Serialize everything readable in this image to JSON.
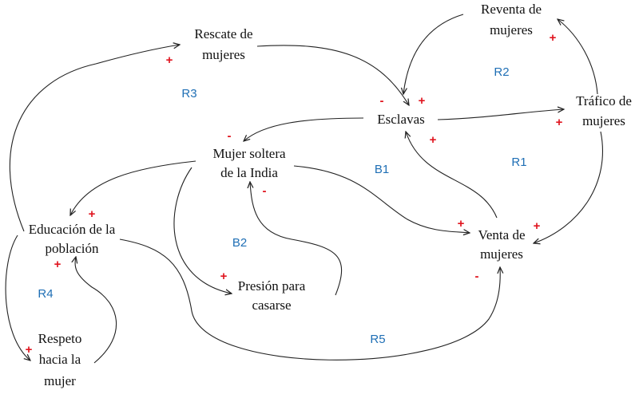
{
  "colors": {
    "arc": "#222222",
    "text": "#111111",
    "sign": "#e0141e",
    "loop": "#1f6fb5"
  },
  "nodes": {
    "reventa": [
      "Reventa de",
      "mujeres"
    ],
    "rescate": [
      "Rescate de",
      "mujeres"
    ],
    "esclavas": [
      "Esclavas"
    ],
    "trafico": [
      "Tráfico de",
      "mujeres"
    ],
    "soltera": [
      "Mujer soltera",
      "de la India"
    ],
    "educacion": [
      "Educación de la",
      "población"
    ],
    "venta": [
      "Venta de",
      "mujeres"
    ],
    "presion": [
      "Presión para",
      "casarse"
    ],
    "respeto": [
      "Respeto",
      "hacia la",
      "mujer"
    ]
  },
  "loops": {
    "r1": "R1",
    "r2": "R2",
    "r3": "R3",
    "r4": "R4",
    "r5": "R5",
    "b1": "B1",
    "b2": "B2"
  },
  "signs": {
    "rescate_in": "+",
    "reventa_in": "+",
    "esclavas_from_rescate": "-",
    "esclavas_from_reventa": "+",
    "trafico_in": "+",
    "esclavas_from_venta": "+",
    "soltera_from_esclavas": "-",
    "soltera_from_presion": "-",
    "educacion_from_soltera": "+",
    "educacion_from_respeto": "+",
    "presion_in": "+",
    "venta_from_soltera": "+",
    "venta_from_trafico": "+",
    "venta_from_educacion": "-",
    "respeto_in": "+"
  }
}
